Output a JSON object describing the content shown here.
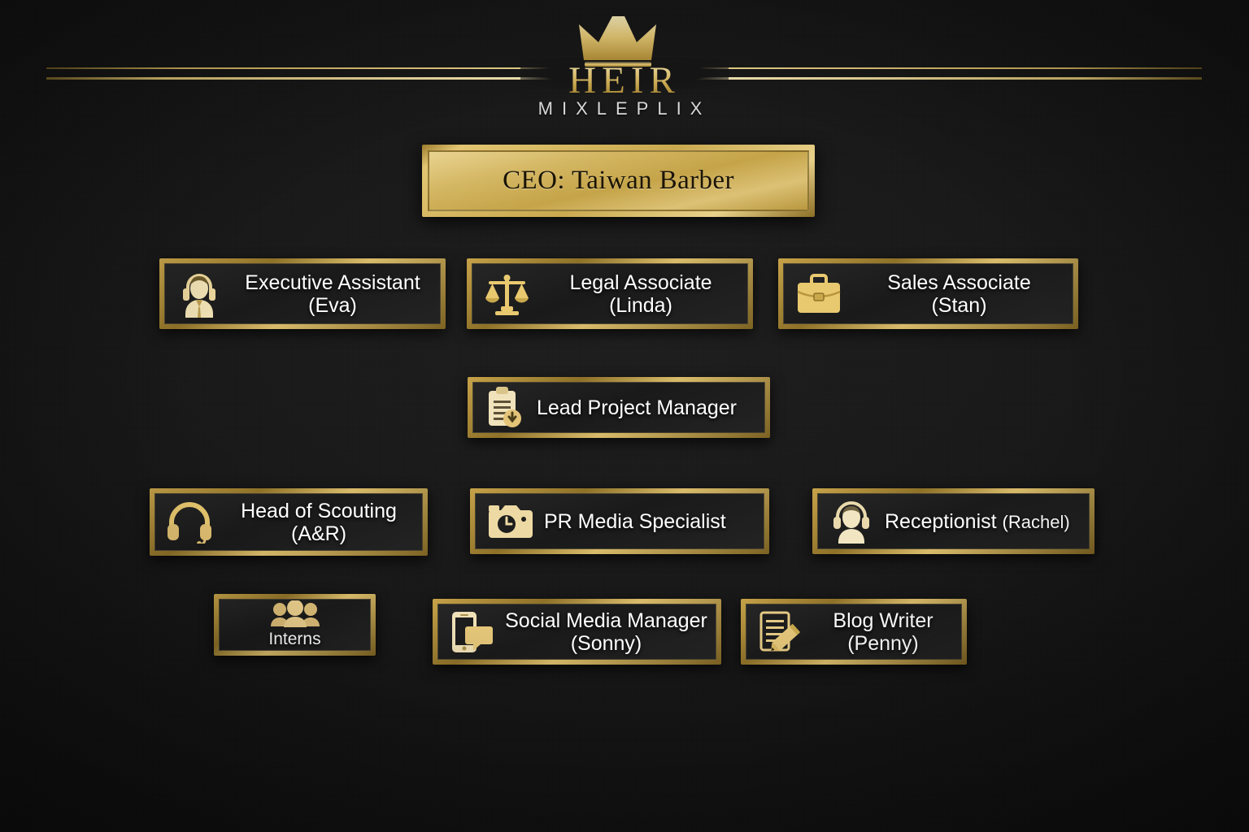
{
  "header": {
    "crown_icon": "crown-icon",
    "logo_main": "HEIR",
    "logo_sub": "MIXLEPLIX"
  },
  "palette": {
    "gold_light": "#f2dd9a",
    "gold": "#d4b763",
    "gold_dark": "#8c6f26",
    "background": "#161616",
    "plate_dark": "#1f1f1f",
    "text_white": "#ffffff",
    "text_dark": "#1b1407"
  },
  "chart_data": {
    "type": "diagram",
    "title": "HEIR MIXLEPLIX Organizational Chart",
    "orientation": "top-down",
    "levels": 5
  },
  "nodes": {
    "ceo": {
      "title": "CEO: Taiwan Barber",
      "style": "gold-plate"
    },
    "executive_assistant": {
      "title": "Executive Assistant",
      "person": "(Eva)",
      "icon": "headset-agent-icon"
    },
    "legal_associate": {
      "title": "Legal Associate",
      "person": "(Linda)",
      "icon": "scales-of-justice-icon"
    },
    "sales_associate": {
      "title": "Sales Associate",
      "person": "(Stan)",
      "icon": "briefcase-icon"
    },
    "lead_project_manager": {
      "title": "Lead Project Manager",
      "person": "",
      "icon": "clipboard-icon"
    },
    "head_of_scouting": {
      "title": "Head of Scouting",
      "person": "(A&R)",
      "icon": "headphones-icon"
    },
    "pr_media_specialist": {
      "title": "PR Media Specialist",
      "person": "",
      "icon": "camera-icon"
    },
    "receptionist": {
      "title": "Receptionist ",
      "person": "(Rachel)",
      "icon": "person-headset-icon"
    },
    "interns": {
      "title": "Interns",
      "person": "",
      "icon": "group-people-icon"
    },
    "social_media_manager": {
      "title": "Social Media Manager",
      "person": "(Sonny)",
      "icon": "phone-chat-icon"
    },
    "blog_writer": {
      "title": "Blog Writer",
      "person": "(Penny)",
      "icon": "document-pencil-icon"
    }
  },
  "edges": [
    {
      "from": "ceo",
      "to": "executive_assistant"
    },
    {
      "from": "ceo",
      "to": "legal_associate"
    },
    {
      "from": "ceo",
      "to": "sales_associate"
    },
    {
      "from": "executive_assistant",
      "to": "lead_project_manager"
    },
    {
      "from": "legal_associate",
      "to": "lead_project_manager"
    },
    {
      "from": "sales_associate",
      "to": "lead_project_manager"
    },
    {
      "from": "lead_project_manager",
      "to": "head_of_scouting"
    },
    {
      "from": "lead_project_manager",
      "to": "pr_media_specialist"
    },
    {
      "from": "lead_project_manager",
      "to": "receptionist"
    },
    {
      "from": "head_of_scouting",
      "to": "interns"
    },
    {
      "from": "pr_media_specialist",
      "to": "social_media_manager"
    },
    {
      "from": "pr_media_specialist",
      "to": "blog_writer"
    }
  ]
}
